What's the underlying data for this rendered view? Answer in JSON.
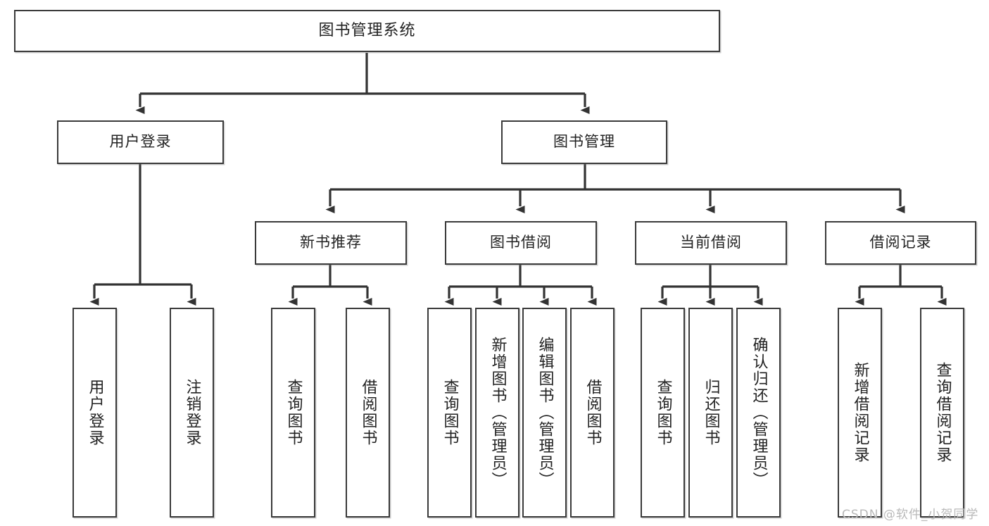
{
  "diagram": {
    "title": "图书管理系统",
    "type": "tree-hierarchy-chart",
    "watermark": "CSDN @软件_小贺同学",
    "colors": {
      "box_border": "#3a3a3a",
      "box_fill": "#ffffff",
      "edge": "#333333",
      "text": "#222222",
      "watermark": "#b9b9b9"
    },
    "root": {
      "label": "图书管理系统"
    },
    "level2": [
      {
        "key": "user-login",
        "label": "用户登录"
      },
      {
        "key": "book-management",
        "label": "图书管理"
      }
    ],
    "level3": [
      {
        "key": "new-book-recommend",
        "label": "新书推荐"
      },
      {
        "key": "book-borrow",
        "label": "图书借阅"
      },
      {
        "key": "current-borrow",
        "label": "当前借阅"
      },
      {
        "key": "borrow-record",
        "label": "借阅记录"
      }
    ],
    "leaves": {
      "user_login": [
        {
          "key": "leaf-user-login",
          "label": "用户登录"
        },
        {
          "key": "leaf-user-logout",
          "label": "注销登录"
        }
      ],
      "new_book_recommend": [
        {
          "key": "leaf-query-book-1",
          "label": "查询图书"
        },
        {
          "key": "leaf-borrow-book-1",
          "label": "借阅图书"
        }
      ],
      "book_borrow": [
        {
          "key": "leaf-query-book-2",
          "label": "查询图书"
        },
        {
          "key": "leaf-add-book",
          "label": "新增图书（管理员）"
        },
        {
          "key": "leaf-edit-book",
          "label": "编辑图书（管理员）"
        },
        {
          "key": "leaf-borrow-book-2",
          "label": "借阅图书"
        }
      ],
      "current_borrow": [
        {
          "key": "leaf-query-book-3",
          "label": "查询图书"
        },
        {
          "key": "leaf-return-book",
          "label": "归还图书"
        },
        {
          "key": "leaf-confirm-return",
          "label": "确认归还（管理员）"
        }
      ],
      "borrow_record": [
        {
          "key": "leaf-add-record",
          "label": "新增借阅记录"
        },
        {
          "key": "leaf-query-record",
          "label": "查询借阅记录"
        }
      ]
    }
  }
}
